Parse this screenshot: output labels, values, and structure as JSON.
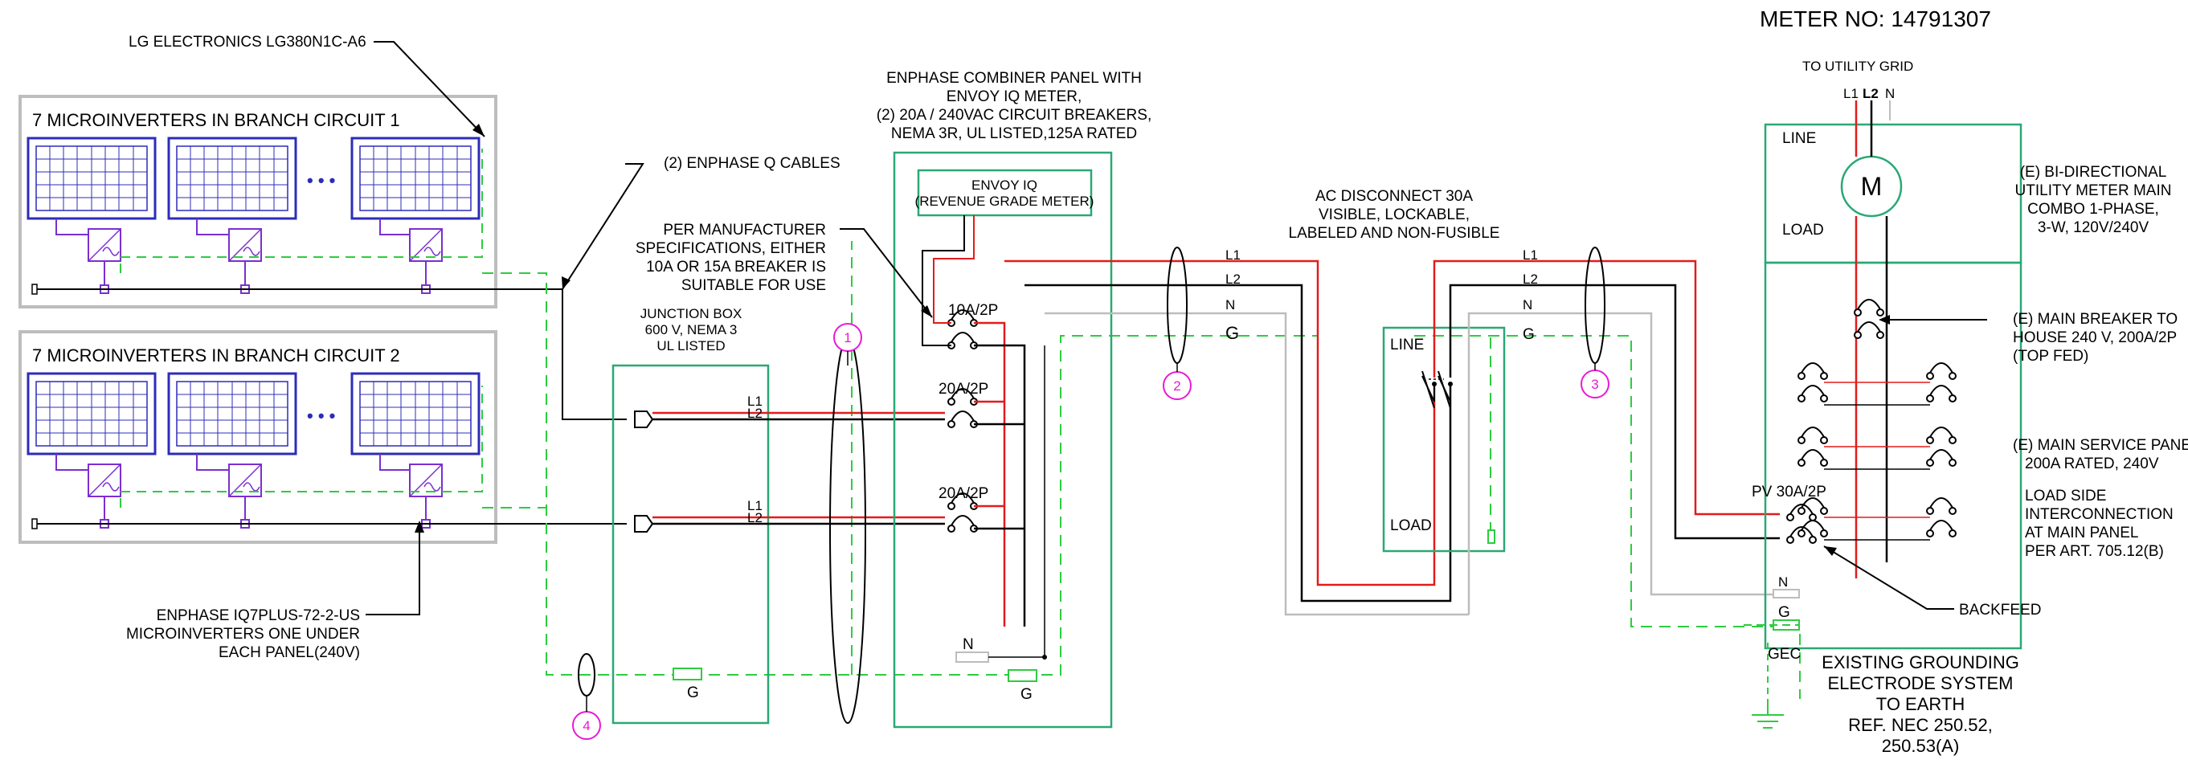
{
  "meter_no": "METER NO: 14791307",
  "utility_grid": "TO UTILITY GRID",
  "utility_lines": [
    "L1",
    "L2",
    "N"
  ],
  "module_label": "LG ELECTRONICS LG380N1C-A6",
  "branch1_title": "7 MICROINVERTERS IN BRANCH CIRCUIT 1",
  "branch2_title": "7 MICROINVERTERS IN BRANCH CIRCUIT 2",
  "q_cables": "(2)  ENPHASE Q CABLES",
  "microinverter_note": [
    "ENPHASE IQ7PLUS-72-2-US",
    "MICROINVERTERS ONE UNDER",
    "EACH PANEL(240V)"
  ],
  "junction_box": [
    "JUNCTION BOX",
    "600 V, NEMA 3",
    "UL LISTED"
  ],
  "mfr_note": [
    "PER MANUFACTURER",
    "SPECIFICATIONS, EITHER",
    "10A OR 15A BREAKER IS",
    "SUITABLE FOR USE"
  ],
  "combiner": [
    "ENPHASE COMBINER PANEL WITH",
    "ENVOY IQ METER,",
    "(2) 20A / 240VAC CIRCUIT BREAKERS,",
    "NEMA 3R, UL LISTED,125A RATED"
  ],
  "envoy": [
    "ENVOY IQ",
    "(REVENUE GRADE METER)"
  ],
  "breakers": {
    "b10": "10A/2P",
    "b20a": "20A/2P",
    "b20b": "20A/2P",
    "pv": "PV 30A/2P"
  },
  "conductors": {
    "l1": "L1",
    "l2": "L2",
    "n": "N",
    "g": "G",
    "gec": "GEC"
  },
  "disconnect": [
    "AC DISCONNECT 30A",
    "VISIBLE, LOCKABLE,",
    "LABELED AND NON-FUSIBLE"
  ],
  "line_label": "LINE",
  "load_label": "LOAD",
  "meter_symbol": "M",
  "utility_meter_note": [
    "(E) BI-DIRECTIONAL",
    "UTILITY METER MAIN",
    "COMBO 1-PHASE,",
    "3-W, 120V/240V"
  ],
  "main_breaker_note": [
    "(E) MAIN BREAKER TO",
    "HOUSE 240 V, 200A/2P",
    "(TOP FED)"
  ],
  "main_panel_note": [
    "(E) MAIN SERVICE PANEL,",
    "200A RATED, 240V"
  ],
  "interconnection_note": [
    "LOAD SIDE",
    "INTERCONNECTION",
    "AT MAIN PANEL",
    "PER ART. 705.12(B)"
  ],
  "backfeed": "BACKFEED",
  "grounding_note": [
    "EXISTING GROUNDING",
    "ELECTRODE SYSTEM",
    "TO EARTH",
    "REF. NEC 250.52,",
    "250.53(A)"
  ],
  "callouts": [
    "1",
    "2",
    "3",
    "4"
  ],
  "ellipsis": "• • •",
  "colors": {
    "hot": "#e31b1b",
    "black": "#000000",
    "neutral": "#bdbdbd",
    "ground": "#2ecc40",
    "box": "#2aa876",
    "panel": "#2c2cba",
    "micro": "#7b2fd0",
    "callout": "#e81ad6"
  }
}
